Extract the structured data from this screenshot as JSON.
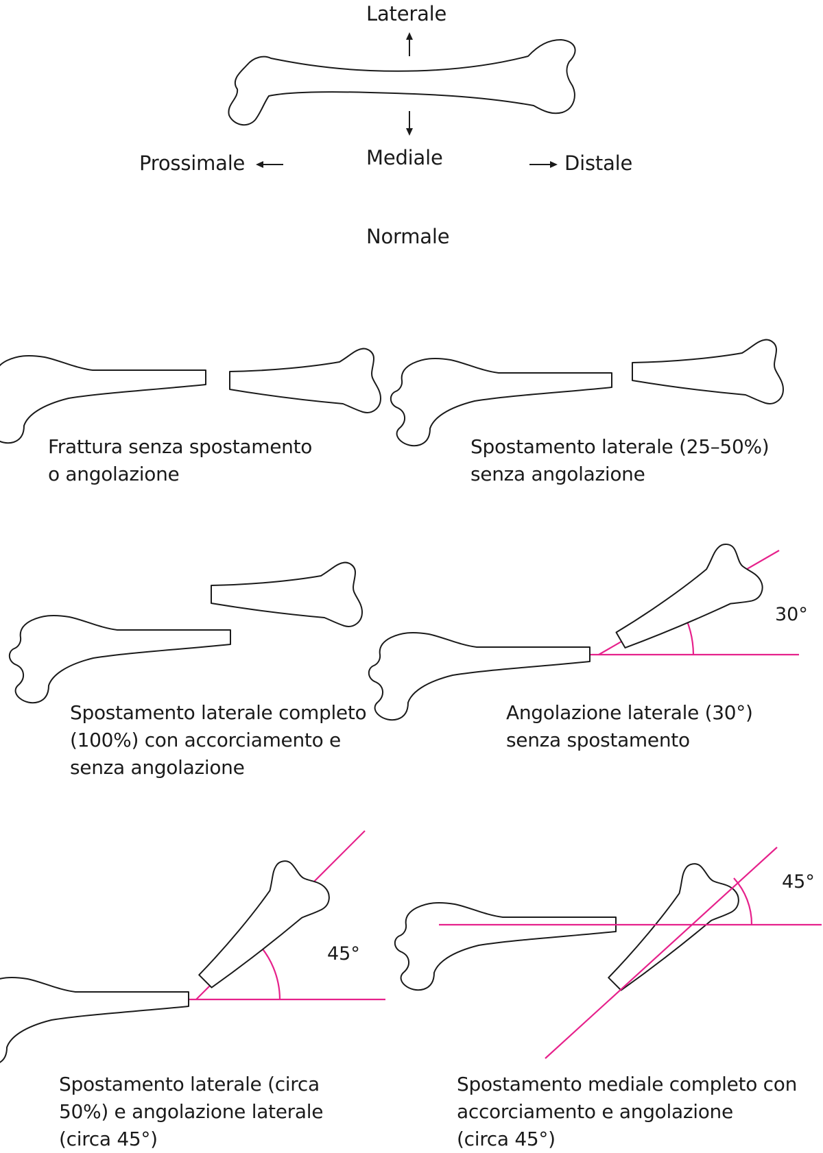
{
  "orientation": {
    "lateral": "Laterale",
    "medial": "Mediale",
    "proximal": "Prossimale",
    "distal": "Distale",
    "normal": "Normale"
  },
  "panels": [
    {
      "caption": "Frattura senza spostamento\no angolazione"
    },
    {
      "caption": "Spostamento laterale (25–50%)\nsenza angolazione"
    },
    {
      "caption": "Spostamento laterale completo\n(100%) con accorciamento e\nsenza angolazione"
    },
    {
      "caption": "Angolazione laterale (30°)\nsenza spostamento",
      "angle": "30°"
    },
    {
      "caption": "Spostamento laterale (circa\n50%) e angolazione laterale\n(circa 45°)",
      "angle": "45°"
    },
    {
      "caption": "Spostamento mediale completo con\naccorciamento e angolazione\n(circa 45°)",
      "angle": "45°"
    }
  ],
  "colors": {
    "outline": "#1a1a1a",
    "reference_line": "#e6218b",
    "background": "#ffffff"
  }
}
